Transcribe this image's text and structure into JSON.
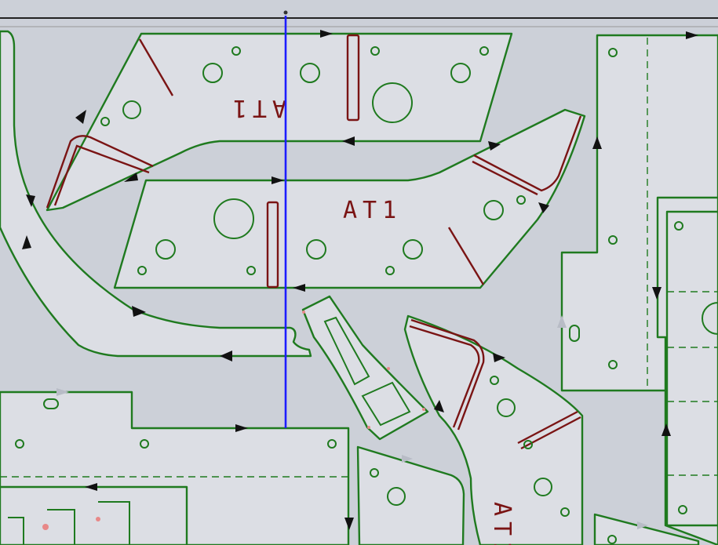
{
  "sheet": {
    "background_color": "#ccd0d8",
    "part_fill_color": "#dcdee4",
    "cut_path_color": "#1f7a1f",
    "etch_color": "#7a1414",
    "lead_line_color": "#1d1dff"
  },
  "labels": {
    "top_part_etch": "AT1",
    "middle_part_etch": "AT1",
    "bottom_part_etch": "AT1"
  }
}
